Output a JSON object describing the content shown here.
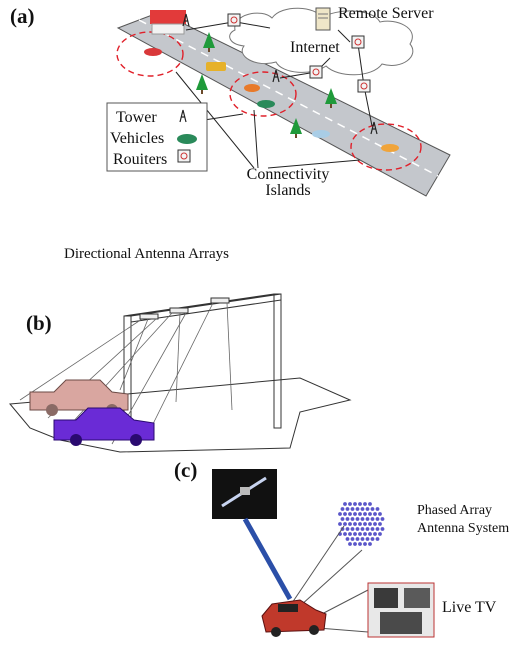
{
  "panel_a": {
    "label": "(a)",
    "remote_server": "Remote Server",
    "internet": "Internet",
    "legend": {
      "tower": "Tower",
      "vehicles": "Vehicles",
      "routers": "Rouiters"
    },
    "connectivity_islands": "Connectivity Islands"
  },
  "panel_b": {
    "label": "(b)",
    "title": "Directional Antenna Arrays"
  },
  "panel_c": {
    "label": "(c)",
    "phased_array": "Phased Array Antenna System",
    "live_tv": "Live TV"
  },
  "colors": {
    "road": "#b9bcc2",
    "island_circle": "#e0202a",
    "tree": "#1f9a3a",
    "car_pink": "#d9a6a0",
    "car_purple": "#6a2bd6",
    "car_red": "#c0392b",
    "beam": "#2b4fa8",
    "phased_dots": "#5a56c9"
  }
}
